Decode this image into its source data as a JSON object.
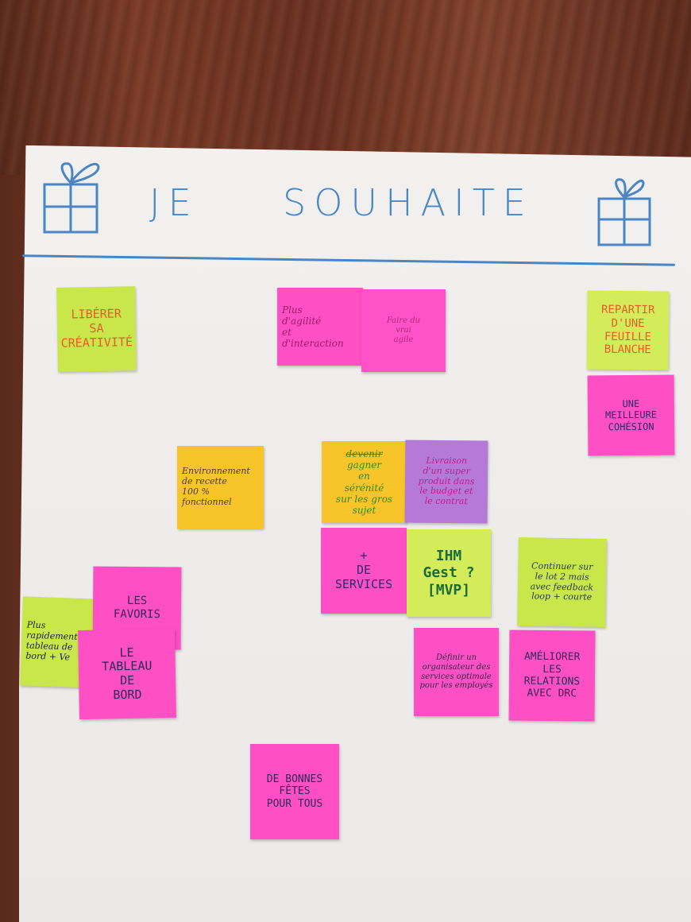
{
  "board": {
    "title_left": "JE",
    "title_right": "SOUHAITE",
    "title_color": "#4a86c6"
  },
  "colors": {
    "green": "#c9e64a",
    "pink": "#ff4fc4",
    "yellow": "#f7c52a",
    "purple": "#b57ad8",
    "lime": "#d4ec5a",
    "board": "#efedeb"
  },
  "icons": [
    "gift-icon-left",
    "gift-icon-right"
  ],
  "notes": [
    {
      "id": "liberer",
      "text": "LIBÉRER\nSA\nCRÉATIVITÉ"
    },
    {
      "id": "agilite",
      "text": "Plus\nd'agilité\net\nd'interaction"
    },
    {
      "id": "vrai-agile",
      "text": "Faire du\nvrai\nagile"
    },
    {
      "id": "repartir",
      "text": "REPARTIR\nD'UNE\nFEUILLE\nBLANCHE"
    },
    {
      "id": "cohesion",
      "text": "UNE\nMEILLEURE\nCOHÉSION"
    },
    {
      "id": "environnement",
      "text": "Environnement\nde recette\n100 %\nfonctionnel"
    },
    {
      "id": "serenite-struck",
      "text": "devenir"
    },
    {
      "id": "serenite",
      "text": "gagner\nen\nsérénité\nsur les gros sujet"
    },
    {
      "id": "livraison",
      "text": "Livraison\nd'un super\nproduit dans\nle budget et\nle contrat"
    },
    {
      "id": "services",
      "text": "+\nDE\nSERVICES"
    },
    {
      "id": "ihm",
      "text": "IHM\nGest ?\n[MVP]"
    },
    {
      "id": "continuer",
      "text": "Continuer sur\nle lot 2 mais\navec feedback\nloop + courte"
    },
    {
      "id": "favoris",
      "text": "LES\nFAVORIS"
    },
    {
      "id": "plus-rapidement",
      "text": "Plus\nrapidement\ntableau de\nbord + Ve"
    },
    {
      "id": "tableau-de-bord",
      "text": "LE\nTABLEAU\nDE\nBORD"
    },
    {
      "id": "definir",
      "text": "Définir un\norganisateur des\nservices optimale\npour les employés"
    },
    {
      "id": "ameliorer",
      "text": "AMÉLIORER\nLES\nRELATIONS\nAVEC DRC"
    },
    {
      "id": "fetes",
      "text": "DE BONNES\nFÊTES\nPOUR TOUS"
    }
  ]
}
